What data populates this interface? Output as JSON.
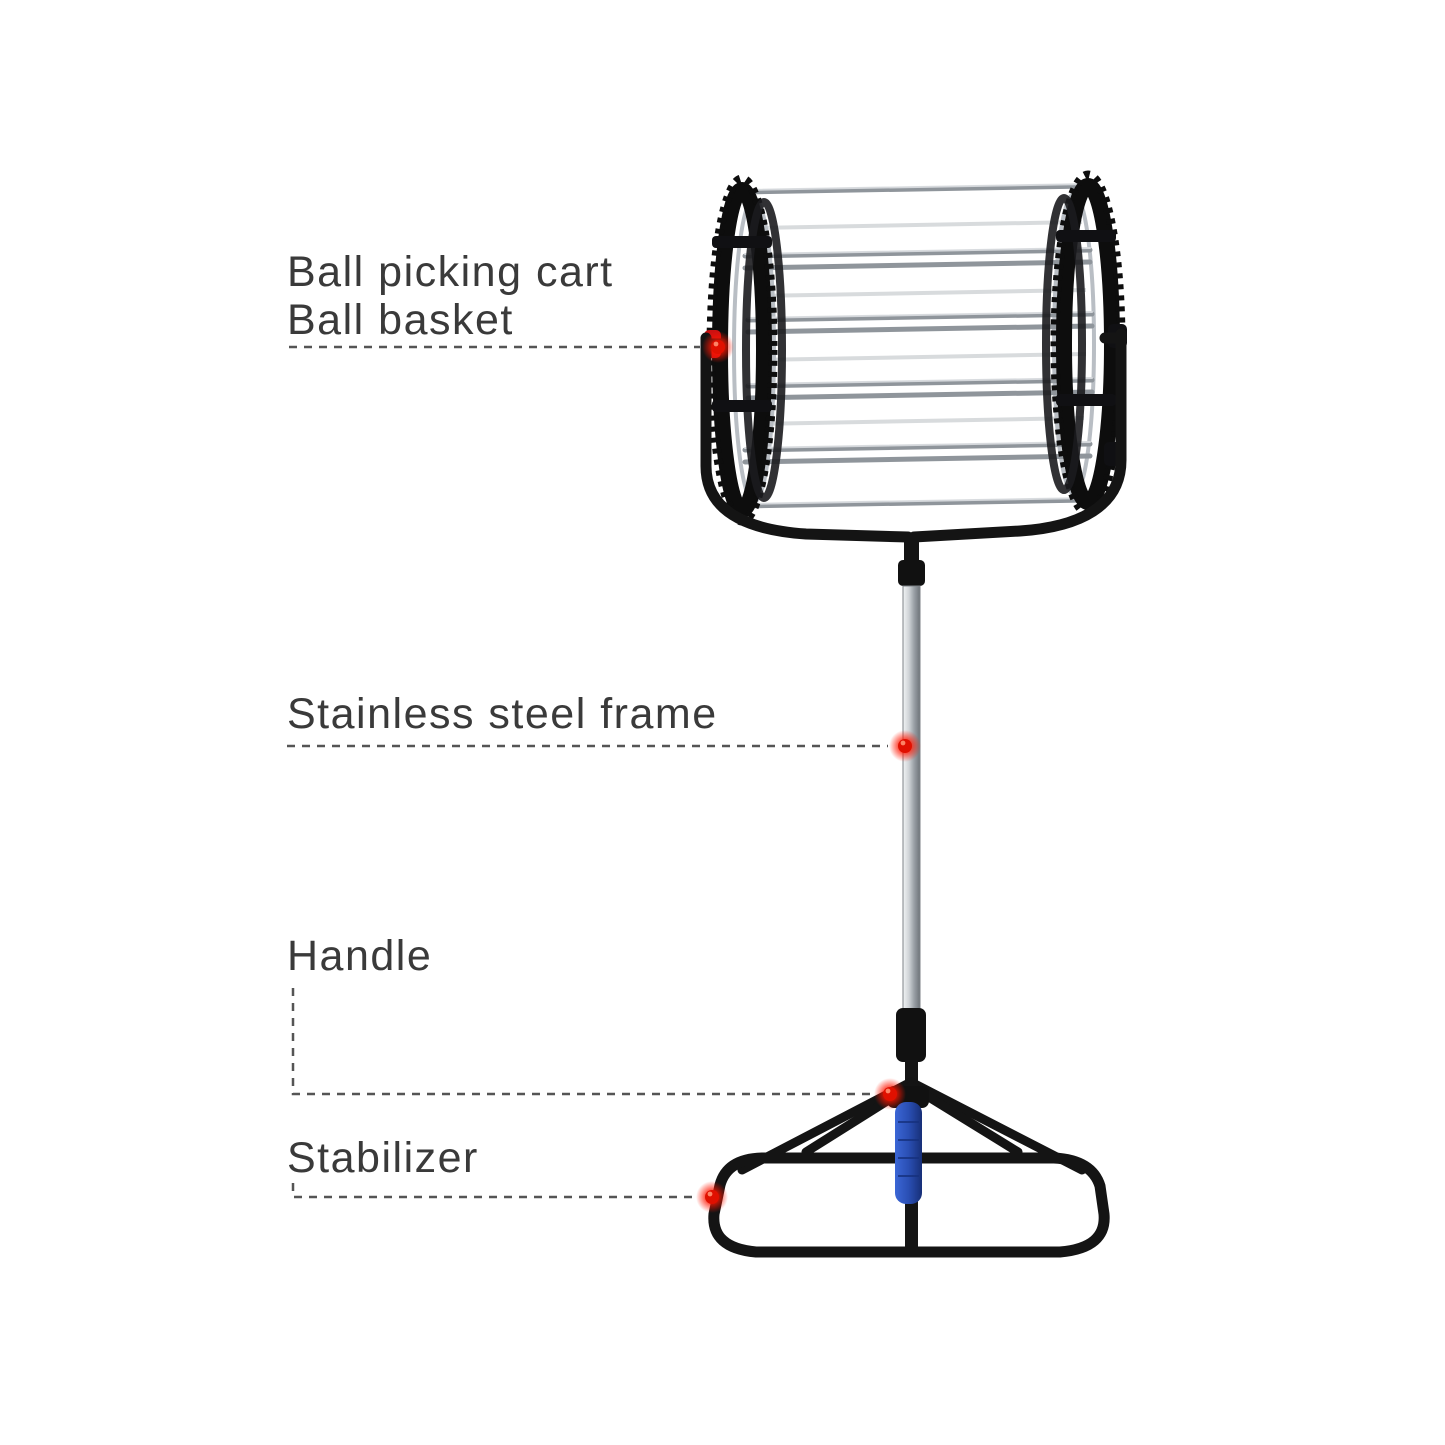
{
  "title": "Ball picking cart annotated product diagram",
  "callouts": {
    "basket": {
      "line1": "Ball picking cart",
      "line2": "Ball basket"
    },
    "frame": {
      "label": "Stainless steel frame"
    },
    "handle": {
      "label": "Handle"
    },
    "stabilizer": {
      "label": "Stabilizer"
    }
  },
  "colors": {
    "label_text": "#3a3a3a",
    "connector": "#555555",
    "marker_red": "#f01000",
    "frame_black": "#141414",
    "steel_gray": "#9aa0a6",
    "handle_blue": "#2a4fb4",
    "knob_red": "#cc1111",
    "background": "#ffffff"
  }
}
